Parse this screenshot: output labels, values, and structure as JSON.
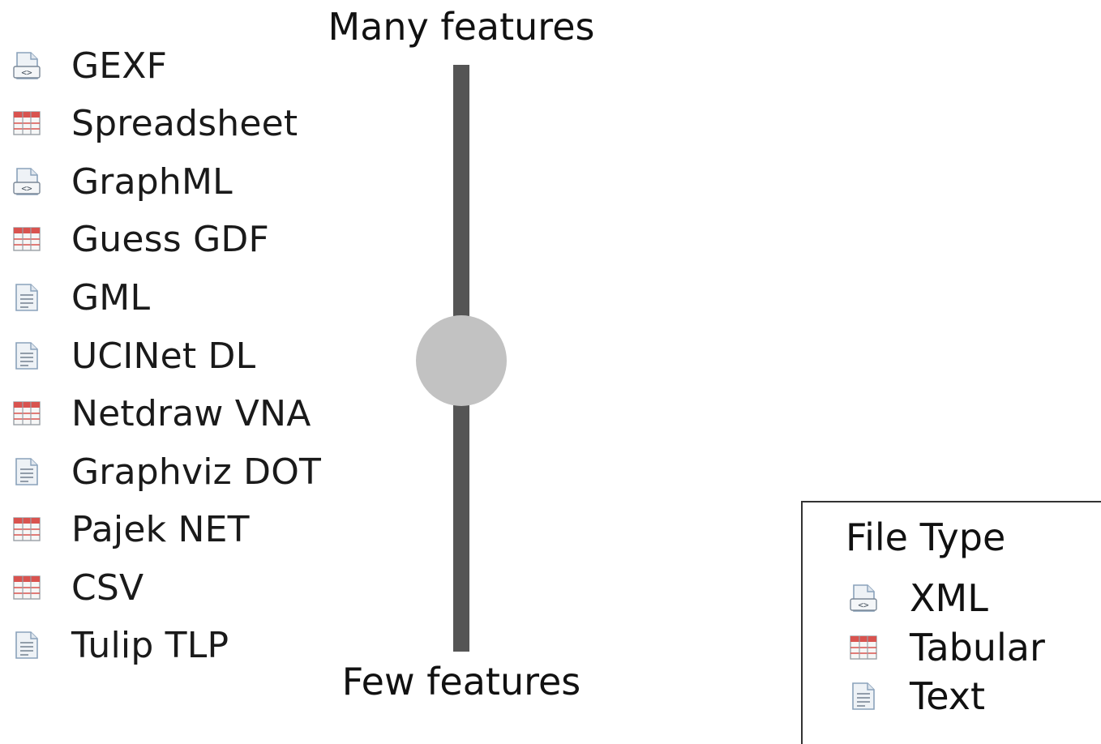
{
  "scale": {
    "top_label": "Many features",
    "bottom_label": "Few features",
    "position": 0.5
  },
  "formats": [
    {
      "label": "GEXF",
      "type": "xml"
    },
    {
      "label": "Spreadsheet",
      "type": "tabular"
    },
    {
      "label": "GraphML",
      "type": "xml"
    },
    {
      "label": "Guess GDF",
      "type": "tabular"
    },
    {
      "label": "GML",
      "type": "text"
    },
    {
      "label": "UCINet DL",
      "type": "text"
    },
    {
      "label": "Netdraw VNA",
      "type": "tabular"
    },
    {
      "label": "Graphviz DOT",
      "type": "text"
    },
    {
      "label": "Pajek NET",
      "type": "tabular"
    },
    {
      "label": "CSV",
      "type": "tabular"
    },
    {
      "label": "Tulip TLP",
      "type": "text"
    }
  ],
  "legend": {
    "title": "File Type",
    "items": [
      {
        "label": "XML",
        "type": "xml"
      },
      {
        "label": "Tabular",
        "type": "tabular"
      },
      {
        "label": "Text",
        "type": "text"
      }
    ]
  },
  "icons": {
    "xml": "xml-file-icon",
    "tabular": "table-file-icon",
    "text": "text-file-icon"
  },
  "colors": {
    "track": "#555555",
    "knob": "#c2c2c2",
    "table_red": "#d9534f",
    "icon_blue": "#8aa2bb"
  }
}
